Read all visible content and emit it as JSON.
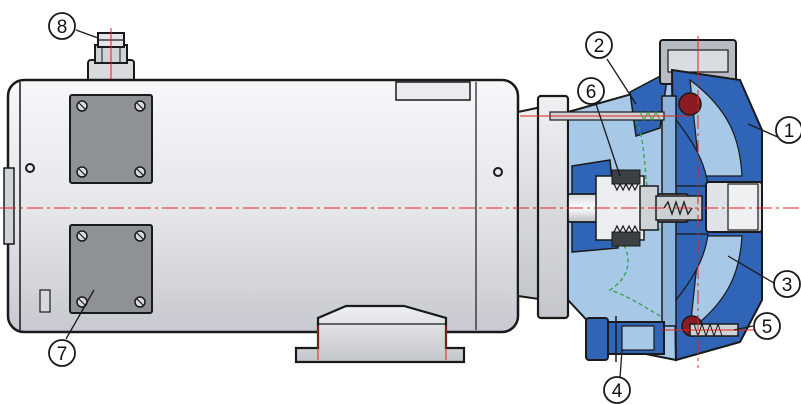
{
  "callouts": [
    {
      "label": "1"
    },
    {
      "label": "2"
    },
    {
      "label": "3"
    },
    {
      "label": "4"
    },
    {
      "label": "5"
    },
    {
      "label": "6"
    },
    {
      "label": "7"
    },
    {
      "label": "8"
    }
  ],
  "colors": {
    "motor_body": "#e4e6ea",
    "motor_outline": "#1a1a1a",
    "pump_blue": "#2f64b6",
    "pump_light_blue": "#a7c8e6",
    "panel_gray": "#8e9196",
    "centerline_red": "#e0241b",
    "seal_green": "#2fa34a"
  }
}
